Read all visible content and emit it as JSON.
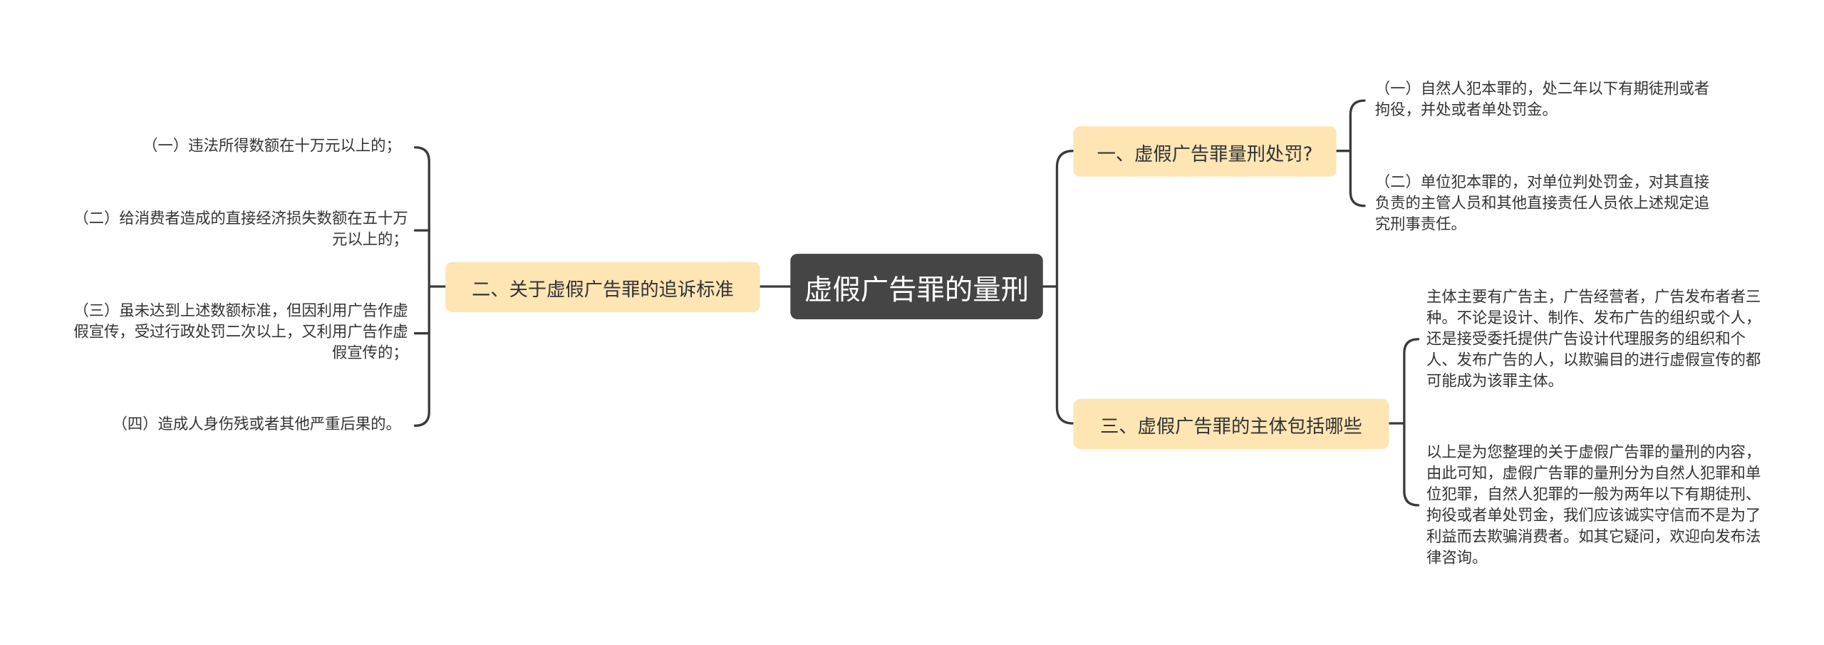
{
  "root": {
    "title": "虚假广告罪的量刑"
  },
  "left_branch": {
    "title": "二、关于虚假广告罪的追诉标准",
    "items": [
      "（一）违法所得数额在十万元以上的；",
      "（二）给消费者造成的直接经济损失数额在五十万元以上的；",
      "（三）虽未达到上述数额标准，但因利用广告作虚假宣传，受过行政处罚二次以上，又利用广告作虚假宣传的；",
      "（四）造成人身伤残或者其他严重后果的。"
    ]
  },
  "right_branches": [
    {
      "title": "一、虚假广告罪量刑处罚?",
      "items": [
        "（一）自然人犯本罪的，处二年以下有期徒刑或者拘役，并处或者单处罚金。",
        "（二）单位犯本罪的，对单位判处罚金，对其直接负责的主管人员和其他直接责任人员依上述规定追究刑事责任。"
      ]
    },
    {
      "title": "三、虚假广告罪的主体包括哪些",
      "items": [
        "主体主要有广告主，广告经营者，广告发布者者三种。不论是设计、制作、发布广告的组织或个人，还是接受委托提供广告设计代理服务的组织和个人、发布广告的人，以欺骗目的进行虚假宣传的都可能成为该罪主体。",
        "以上是为您整理的关于虚假广告罪的量刑的内容，由此可知，虚假广告罪的量刑分为自然人犯罪和单位犯罪，自然人犯罪的一般为两年以下有期徒刑、拘役或者单处罚金，我们应该诚实守信而不是为了利益而去欺骗消费者。如其它疑问，欢迎向发布法律咨询。"
      ]
    }
  ]
}
